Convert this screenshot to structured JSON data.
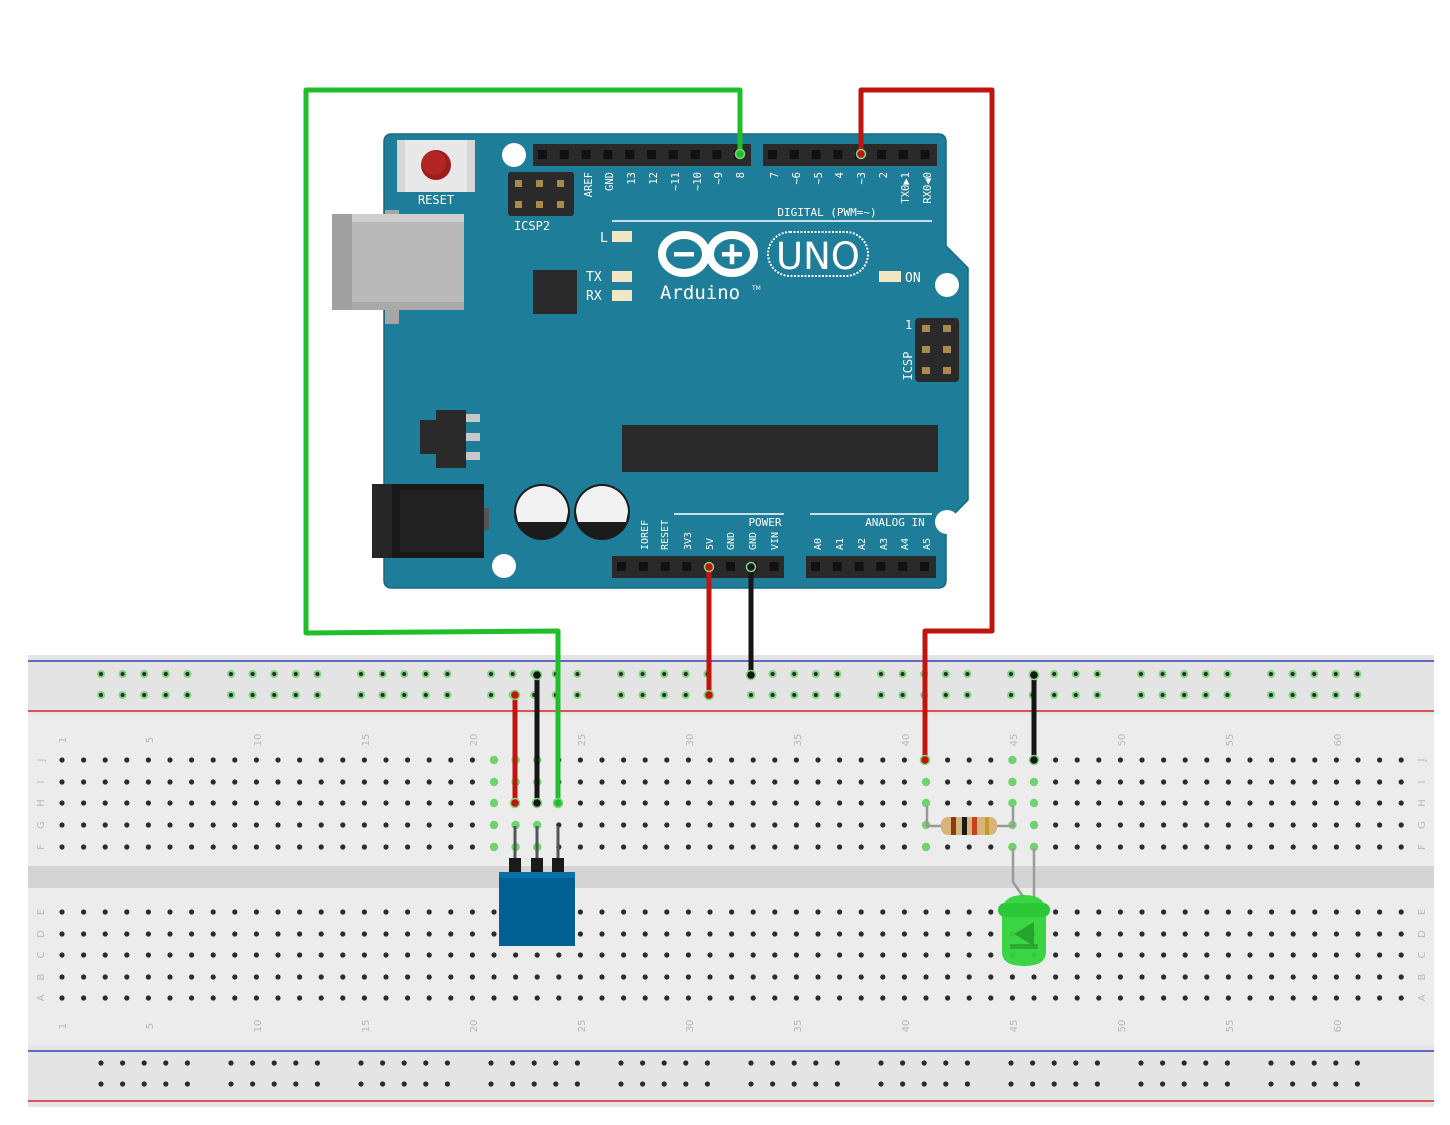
{
  "colors": {
    "board": "#1e7d98",
    "board_edge": "#17687f",
    "breadboard": "#e8e8e8",
    "breadboard_shade": "#d6d6d6",
    "rail_blue": "#2e3fb5",
    "rail_red": "#d32626",
    "wire_green": "#1fbe2a",
    "wire_red": "#c2140f",
    "wire_black": "#151515",
    "sensor": "#005f93",
    "led": "#31d43a",
    "header": "#2a2a2a"
  },
  "board": {
    "reset_label": "RESET",
    "icsp2_label": "ICSP2",
    "icsp_label": "ICSP",
    "icsp_pin1": "1",
    "led_l": "L",
    "led_tx": "TX",
    "led_rx": "RX",
    "on_label": "ON",
    "brand": "Arduino",
    "tm": "TM",
    "model": "UNO",
    "digital_label": "DIGITAL (PWM=~)",
    "power_label": "POWER",
    "analog_label": "ANALOG IN",
    "top_pins_left": [
      "AREF",
      "GND",
      "13",
      "12",
      "~11",
      "~10",
      "~9",
      "8"
    ],
    "top_pins_right": [
      "7",
      "~6",
      "~5",
      "4",
      "~3",
      "2",
      "TX0▶1",
      "RX0◀0"
    ],
    "power_pins": [
      "IOREF",
      "RESET",
      "3V3",
      "5V",
      "GND",
      "GND",
      "VIN"
    ],
    "analog_pins": [
      "A0",
      "A1",
      "A2",
      "A3",
      "A4",
      "A5"
    ]
  },
  "breadboard": {
    "row_letters_top": [
      "J",
      "I",
      "H",
      "G",
      "F"
    ],
    "row_letters_bottom": [
      "E",
      "D",
      "C",
      "B",
      "A"
    ],
    "column_numbers": [
      "1",
      "5",
      "10",
      "15",
      "20",
      "25",
      "30",
      "35",
      "40",
      "45",
      "50",
      "55",
      "60"
    ]
  }
}
